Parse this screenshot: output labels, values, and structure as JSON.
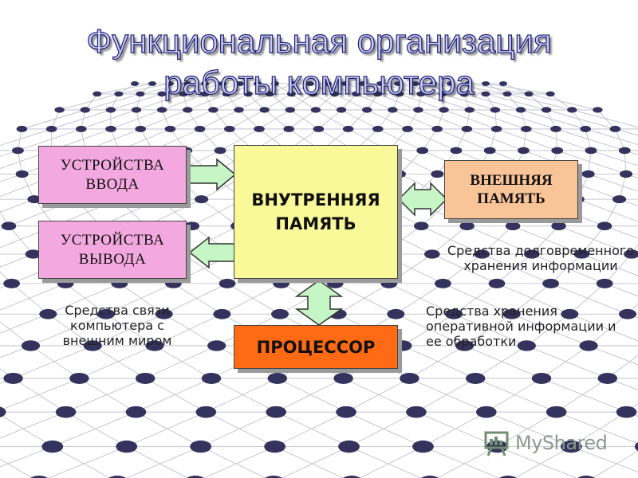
{
  "slide": {
    "title_line1": "Функциональная организация",
    "title_line2": "работы компьютера"
  },
  "blocks": {
    "input_devices": "УСТРОЙСТВА\nВВОДА",
    "output_devices": "УСТРОЙСТВА\nВЫВОДА",
    "internal_memory": "ВНУТРЕННЯЯ\nПАМЯТЬ",
    "external_memory": "ВНЕШНЯЯ\nПАМЯТЬ",
    "processor": "ПРОЦЕССОР"
  },
  "notes": {
    "io_devices": "Средства связи\nкомпьютера с\nвнешним миром",
    "long_term_storage": "Средства долговременного\nхранения информации",
    "operative_storage": "Средства хранения\nоперативной информации и\nее обработки"
  },
  "watermark": {
    "brand": "MyShared"
  },
  "colors": {
    "title_fill": "#c9cdf4",
    "io_box": "#f3a9df",
    "memory_box": "#f9f99a",
    "external_box": "#f9c497",
    "processor_box": "#ff6a12",
    "arrow": "#c6f5c6",
    "grid_node": "#33335e"
  }
}
